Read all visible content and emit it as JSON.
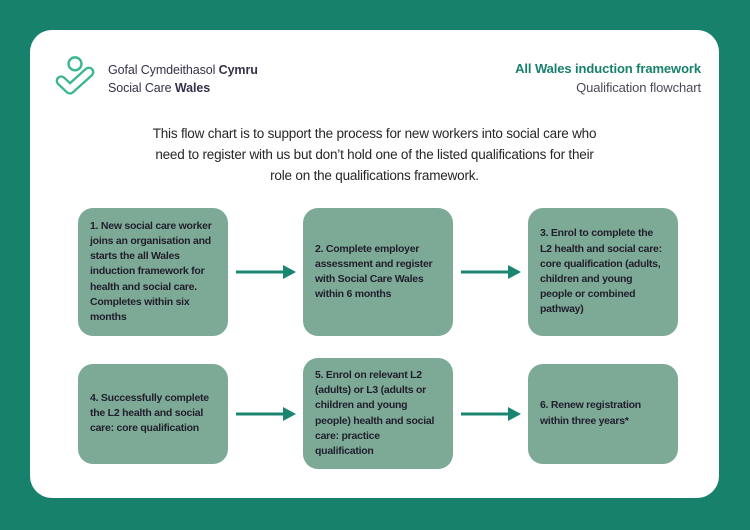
{
  "colors": {
    "teal": "#17816b",
    "card": "#ffffff",
    "sage": "#7daa97",
    "arrow": "#1a8570",
    "logo-green": "#3cb68d"
  },
  "logo": {
    "icon": "social-care-wales-logo",
    "name_cy_regular": "Gofal Cymdeithasol ",
    "name_cy_bold": "Cymru",
    "name_en_regular": "Social Care ",
    "name_en_bold": "Wales"
  },
  "header": {
    "title": "All Wales induction framework",
    "subtitle": "Qualification flowchart"
  },
  "intro": "This flow chart is to support the process for new workers into social care who need to register with us but don’t hold one of the listed qualifications for their role on the qualifications framework.",
  "flow": {
    "boxes": [
      {
        "text": "1. New social care worker joins an organisation and starts the all Wales induction framework for health and social care. Completes within six months"
      },
      {
        "text": "2. Complete employer assessment and register with Social Care Wales within 6 months"
      },
      {
        "text": "3. Enrol to complete the L2 health and social care: core qualification (adults, children and young people or combined pathway)"
      },
      {
        "text": "4. Successfully complete the L2 health and social care: core qualification"
      },
      {
        "text": "5. Enrol on relevant L2 (adults) or L3 (adults or children and young people) health and social care: practice qualification"
      },
      {
        "text": "6. Renew registration within three years*"
      }
    ]
  }
}
